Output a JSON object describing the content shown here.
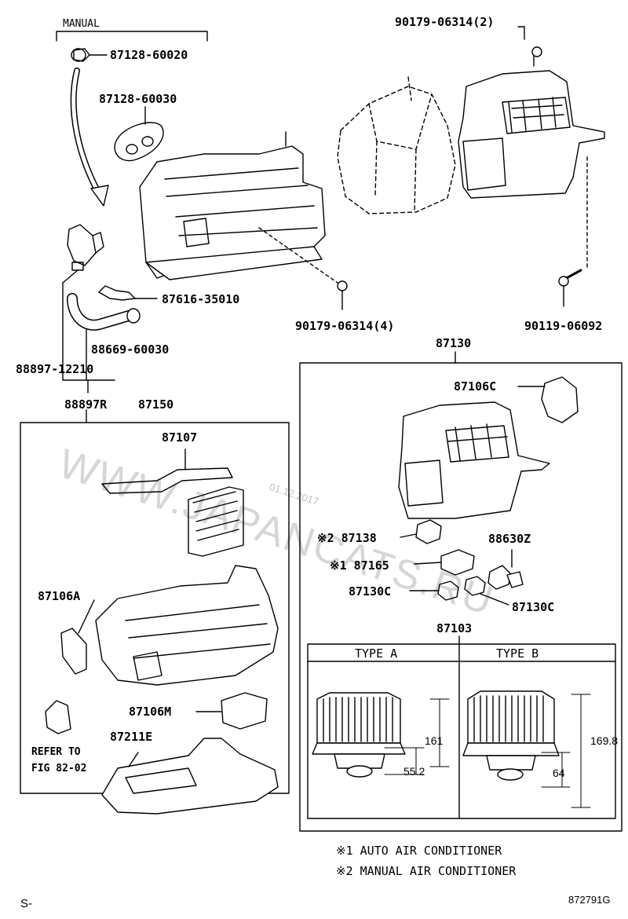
{
  "labels": {
    "manual": "MANUAL",
    "p87128_60020": "87128-60020",
    "p87128_60030": "87128-60030",
    "p90179_06314_2": "90179-06314(2)",
    "p87616_35010": "87616-35010",
    "p90179_06314_4": "90179-06314(4)",
    "p90119_06092": "90119-06092",
    "p88669_60030": "88669-60030",
    "p88897_12210": "88897-12210",
    "p88897R": "88897R",
    "p87150": "87150",
    "p87130": "87130",
    "p87106C": "87106C",
    "p87107": "87107",
    "p87138": "※2 87138",
    "p88630Z": "88630Z",
    "p87165": "※1 87165",
    "p87130C_a": "87130C",
    "p87130C_b": "87130C",
    "p87106A": "87106A",
    "p87103": "87103",
    "p87106M": "87106M",
    "p87211E": "87211E",
    "refer1": "REFER TO",
    "refer2": "FIG 82-02"
  },
  "types": {
    "a": "TYPE A",
    "b": "TYPE B"
  },
  "dims": {
    "a_total": "161",
    "a_motor": "55.2",
    "b_total": "169.8",
    "b_motor": "64"
  },
  "notes": {
    "n1": "※1 AUTO AIR CONDITIONER",
    "n2": "※2 MANUAL AIR CONDITIONER"
  },
  "footer": {
    "left": "S-",
    "right": "872791G"
  },
  "watermark": {
    "text": "WWW.JAPANCATS.RU",
    "date": "01.12.2017"
  }
}
